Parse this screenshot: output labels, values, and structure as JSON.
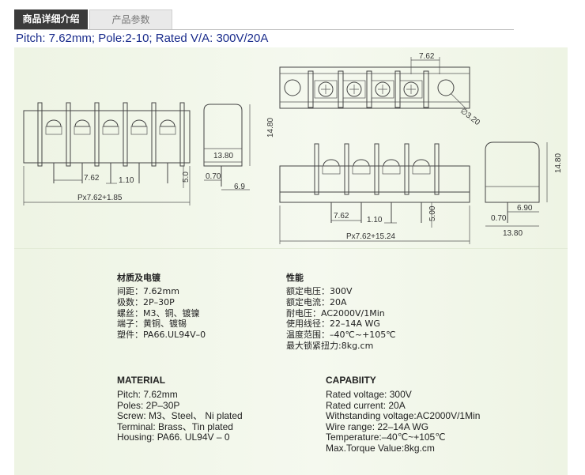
{
  "tabs": [
    {
      "label": "商品详细介绍",
      "active": true
    },
    {
      "label": "产品参数",
      "active": false
    }
  ],
  "headline": "Pitch: 7.62mm; Pole:2-10; Rated V/A: 300V/20A",
  "drawing_labels": {
    "left_pitch": "7.62",
    "left_gap": "1.10",
    "left_pin": "5.0",
    "left_width": "Px7.62+1.85",
    "side_left_depth": "13.80",
    "side_left_height": "14.80",
    "side_left_a": "0.70",
    "side_left_b": "6.9",
    "top_pitch": "7.62",
    "hole_dia": "∅3.20",
    "right_pitch": "7.62",
    "right_gap": "1.10",
    "right_pin": "5.00",
    "right_width": "Px7.62+15.24",
    "side_right_height": "14.80",
    "side_right_a": "0.70",
    "side_right_b": "6.90",
    "side_right_depth": "13.80"
  },
  "specs_cn": {
    "material": {
      "title": "材质及电镀",
      "lines": [
        "间距：7.62mm",
        "极数：2P–30P",
        "螺丝：M3、铜、镀镍",
        "端子：黄铜、镀锡",
        "塑件：PA66.UL94V–0"
      ]
    },
    "performance": {
      "title": "性能",
      "lines": [
        "额定电压：300V",
        "额定电流：20A",
        "耐电压：AC2000V/1Min",
        "使用线径：22–14A WG",
        "温度范围：–40℃~+105℃",
        "最大锁紧扭力:8kg.cm"
      ]
    }
  },
  "specs_en": {
    "material": {
      "title": "MATERIAL",
      "lines": [
        "Pitch: 7.62mm",
        "Poles:  2P–30P",
        "Screw: M3、Steel、 Ni plated",
        "Terminal: Brass、Tin plated",
        "Housing: PA66. UL94V – 0"
      ]
    },
    "capability": {
      "title": "CAPABIITY",
      "lines": [
        "Rated voltage: 300V",
        "Rated current: 20A",
        "Withstanding voltage:AC2000V/1Min",
        "Wire range: 22–14A WG",
        "Temperature:–40℃~+105℃",
        "Max.Torque Value:8kg.cm"
      ]
    }
  }
}
